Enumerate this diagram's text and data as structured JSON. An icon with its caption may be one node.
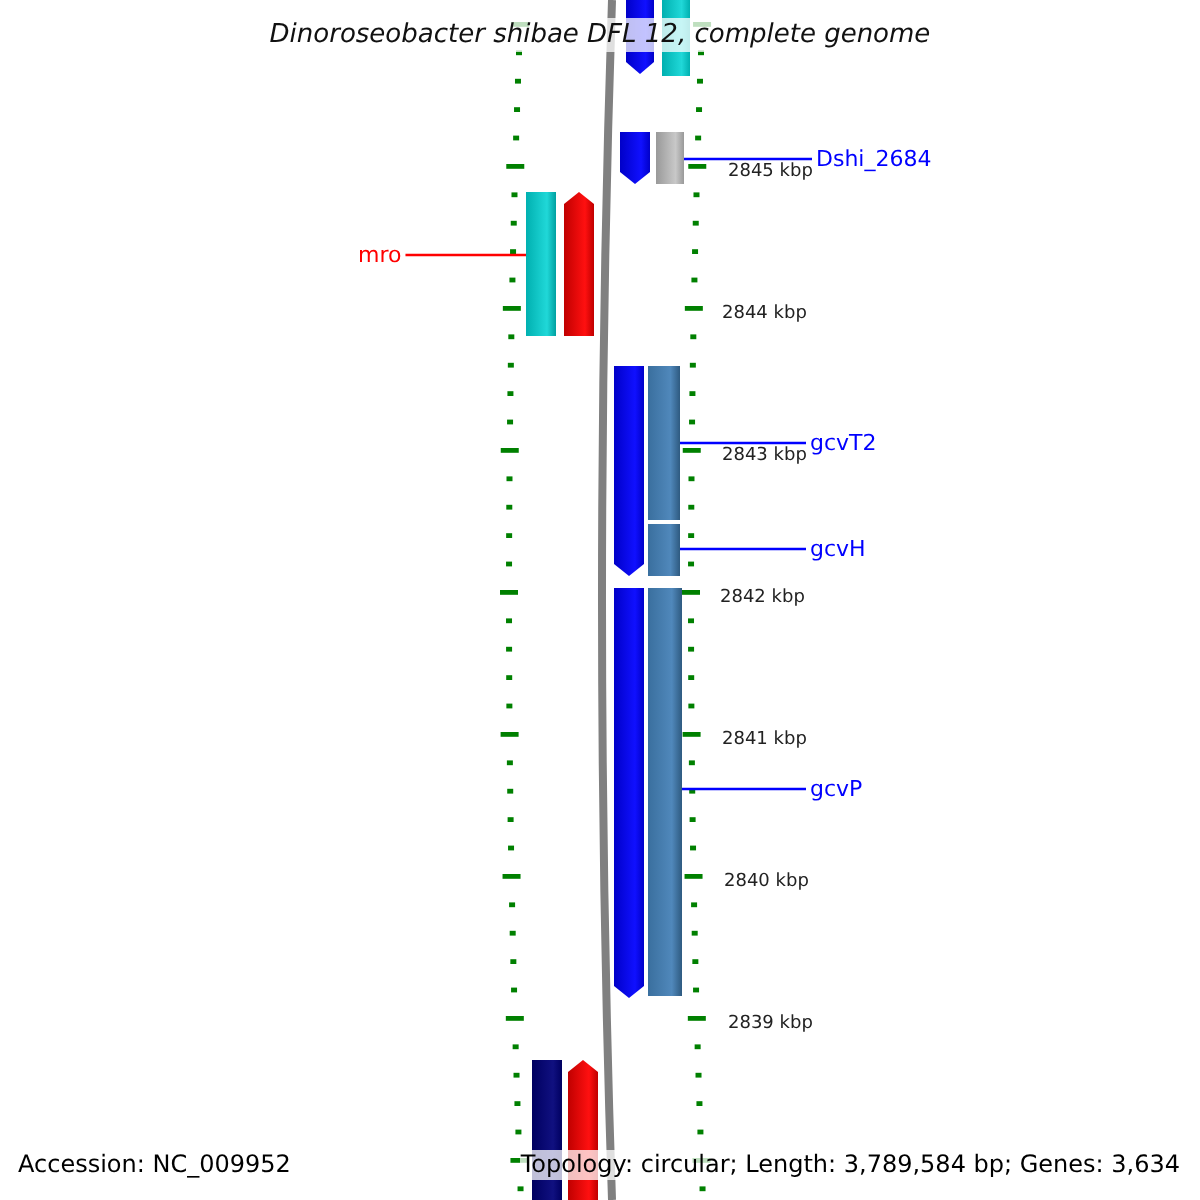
{
  "diagram": {
    "title": "Dinoroseobacter shibae DFL 12, complete genome",
    "nodes": [
      {
        "text": [
          "mro"
        ]
      },
      {
        "text": [],
        "shape": "bar"
      },
      {
        "text": [
          "Dshi_2684"
        ]
      },
      {
        "text": [],
        "shape": "bar"
      },
      {
        "text": [
          "gcvT2"
        ]
      },
      {
        "text": [],
        "shape": "bar"
      },
      {
        "text": [
          "gcvH"
        ]
      },
      {
        "text": [],
        "shape": "bar"
      },
      {
        "text": [
          "gcvP"
        ]
      },
      {
        "text": [],
        "shape": "bar"
      }
    ],
    "edges": [
      {
        "from": 0,
        "to": 1,
        "arrow": "none",
        "color": "#ff0000"
      },
      {
        "from": 2,
        "to": 3,
        "arrow": "none"
      },
      {
        "from": 4,
        "to": 5,
        "arrow": "none"
      },
      {
        "from": 6,
        "to": 7,
        "arrow": "none"
      },
      {
        "from": 8,
        "to": 9,
        "arrow": "none"
      }
    ],
    "labels": [
      "2845 kbp",
      "2844 kbp",
      "2843 kbp",
      "2842 kbp",
      "2841 kbp",
      "2840 kbp",
      "2839 kbp",
      "Accession: NC_009952",
      "Topology: circular; Length: 3,789,584 bp; Genes: 3,634"
    ]
  }
}
